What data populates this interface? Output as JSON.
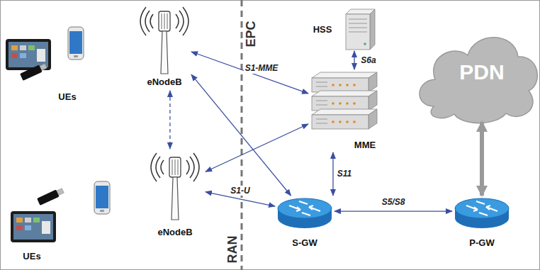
{
  "diagram": {
    "nodes": [
      {
        "text": [
          "UEs"
        ]
      },
      {
        "text": [
          "eNodeB"
        ]
      },
      {
        "text": [
          "HSS"
        ]
      },
      {
        "text": [
          "MME"
        ]
      },
      {
        "text": [
          "PDN"
        ]
      },
      {
        "text": [
          "UEs"
        ]
      },
      {
        "text": [
          "eNodeB"
        ]
      },
      {
        "text": [
          "S-GW"
        ]
      },
      {
        "text": [
          "P-GW"
        ]
      }
    ],
    "edges": [
      {
        "from": 1,
        "to": 3,
        "label": "S1-MME",
        "arrow": "both"
      },
      {
        "from": 1,
        "to": 7,
        "arrow": "both"
      },
      {
        "from": 6,
        "to": 3,
        "arrow": "both"
      },
      {
        "from": 6,
        "to": 7,
        "label": "S1-U",
        "arrow": "both"
      },
      {
        "from": 1,
        "to": 6,
        "arrow": "both"
      },
      {
        "from": 2,
        "to": 3,
        "label": "S6a",
        "arrow": "both"
      },
      {
        "from": 3,
        "to": 7,
        "label": "S11",
        "arrow": "both"
      },
      {
        "from": 7,
        "to": 8,
        "label": "S5/S8",
        "arrow": "both"
      },
      {
        "from": 8,
        "to": 4,
        "arrow": "both"
      }
    ],
    "labels": [
      "EPC",
      "RAN"
    ]
  }
}
